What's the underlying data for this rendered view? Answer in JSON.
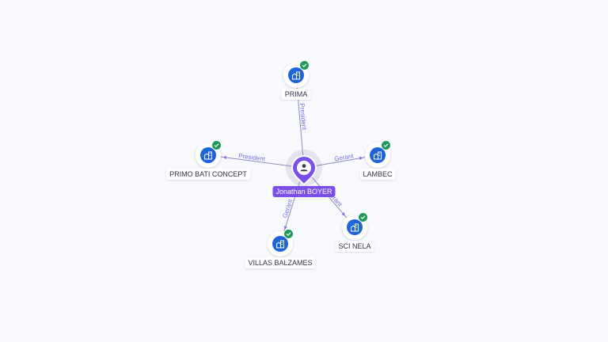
{
  "colors": {
    "person": "#7a4fe8",
    "company": "#1f63d8",
    "verified": "#1c9a5a",
    "edge": "#8e8cb8",
    "edge_label": "#7a6fe0"
  },
  "center": {
    "name": "Jonathan BOYER",
    "icon": "person-icon"
  },
  "companies": [
    {
      "id": "prima",
      "name": "PRIMA",
      "icon": "building-icon",
      "verified": true
    },
    {
      "id": "primo-bati-concept",
      "name": "PRIMO BATI CONCEPT",
      "icon": "building-icon",
      "verified": true
    },
    {
      "id": "lambec",
      "name": "LAMBEC",
      "icon": "building-icon",
      "verified": true
    },
    {
      "id": "sci-nela",
      "name": "SCI NELA",
      "icon": "building-icon",
      "verified": true
    },
    {
      "id": "villas-balzames",
      "name": "VILLAS BALZAMES",
      "icon": "building-icon",
      "verified": true
    }
  ],
  "edges": [
    {
      "to": "prima",
      "label": "President"
    },
    {
      "to": "primo-bati-concept",
      "label": "President"
    },
    {
      "to": "lambec",
      "label": "Gerant"
    },
    {
      "to": "sci-nela",
      "label": "Gerant"
    },
    {
      "to": "villas-balzames",
      "label": "Gerant"
    }
  ]
}
